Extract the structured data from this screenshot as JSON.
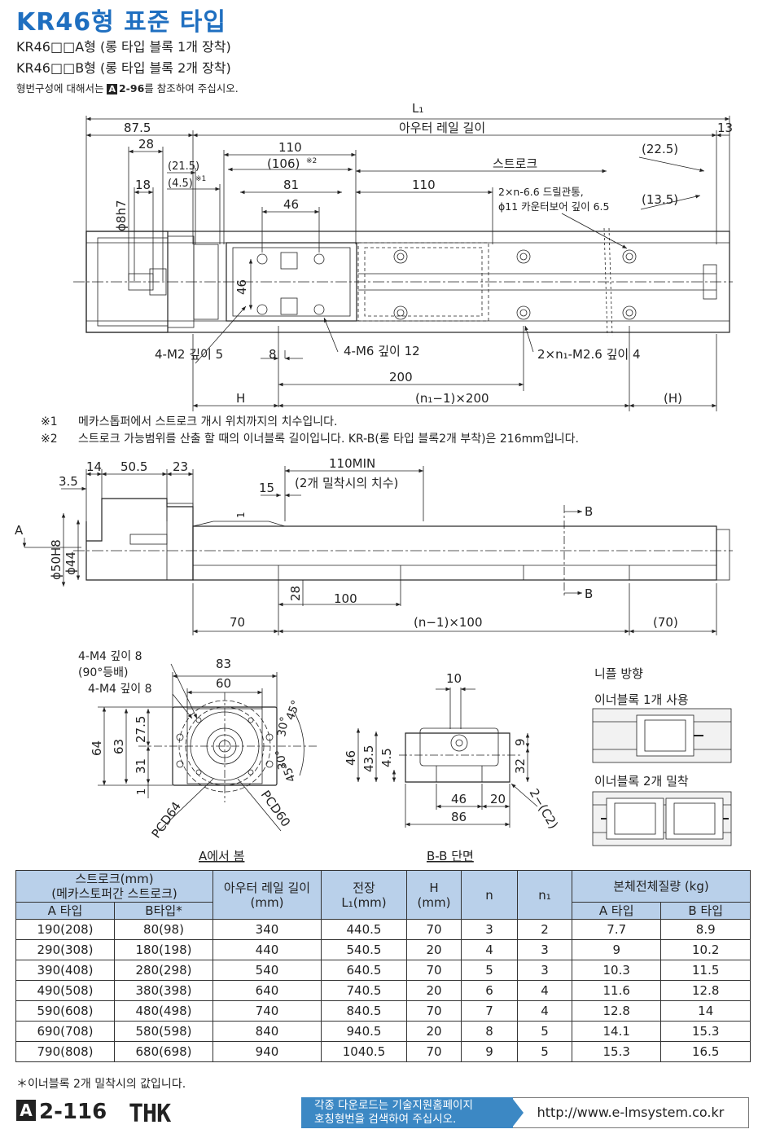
{
  "header": {
    "title": "KR46형 표준 타입",
    "sub1": "KR46□□A형 (롱 타입 블록 1개 장착)",
    "sub2": "KR46□□B형 (롱 타입 블록 2개 장착)",
    "note_pre": "형번구성에 대해서는",
    "note_ref_badge": "A",
    "note_ref": "2-96",
    "note_post": "를 참조하여 주십시오."
  },
  "top_view": {
    "L1": "L₁",
    "d87_5": "87.5",
    "outer_rail": "아우터 레일 길이",
    "d13": "13",
    "d28": "28",
    "d110": "110",
    "d106": "(106)",
    "star2": "※2",
    "d21_5": "(21.5)",
    "d4_5": "(4.5)",
    "star1": "※1",
    "stroke": "스트로크",
    "d22_5": "(22.5)",
    "d18": "18",
    "d81": "81",
    "d110b": "110",
    "drill1": "2×n-6.6 드릴관통,",
    "drill2": "ϕ11 카운터보어 깊이 6.5",
    "d13_5": "(13.5)",
    "d46": "46",
    "phi8h7": "ϕ8h7",
    "d46v": "46",
    "m2": "4-M2 깊이 5",
    "d8": "8",
    "m6": "4-M6 깊이 12",
    "m2_6": "2×n₁-M2.6 깊이 4",
    "d200": "200",
    "H": "H",
    "n1x200": "(n₁−1)×200",
    "Hp": "(H)"
  },
  "notes": {
    "n1_mark": "※1",
    "n1": "메카스톱퍼에서 스트로크 개시 위치까지의 치수입니다.",
    "n2_mark": "※2",
    "n2": "스트로크 가능범위를 산출 할 때의 이너블록 길이입니다. KR-B(롱 타입 블록2개 부착)은 216mm입니다."
  },
  "side_view": {
    "d14": "14",
    "d50_5": "50.5",
    "d23": "23",
    "d3_5": "3.5",
    "min110": "110MIN",
    "min110_sub": "(2개 밀착시의 치수)",
    "d15": "15",
    "d1": "1",
    "A": "A",
    "phi50h8": "ϕ50H8",
    "phi44": "ϕ44",
    "B": "B",
    "B2": "B",
    "d28": "28",
    "d100": "100",
    "d70": "70",
    "nx100": "(n−1)×100",
    "d70p": "(70)"
  },
  "end_view": {
    "m4a": "4-M4 깊이 8",
    "m4a_sub": "(90°등배)",
    "m4b": "4-M4 깊이 8",
    "d83": "83",
    "d60": "60",
    "d64": "64",
    "d63": "63",
    "d27_5": "27.5",
    "d31": "31",
    "d1": "1",
    "a45a": "45°",
    "a30a": "30°",
    "a30b": "30°",
    "a45b": "45°",
    "pcd64": "PCD64",
    "pcd60": "PCD60",
    "caption": "A에서 봄"
  },
  "section_view": {
    "d10": "10",
    "d46": "46",
    "d43_5": "43.5",
    "d4_5": "4.5",
    "d9": "9",
    "d32": "32",
    "d46b": "46",
    "d20": "20",
    "d86": "86",
    "c2": "2−(C2)",
    "caption": "B-B 단면"
  },
  "nipple": {
    "title": "니플 방향",
    "one": "이너블록 1개 사용",
    "two": "이너블록 2개 밀착"
  },
  "table": {
    "h_stroke": "스트로크(mm)",
    "h_stroke2": "(메카스토퍼간 스트로크)",
    "h_a": "A 타입",
    "h_b": "B타입*",
    "h_rail": "아우터 레일 길이",
    "h_rail_u": "(mm)",
    "h_len": "전장",
    "h_len_u": "L₁(mm)",
    "h_H": "H",
    "h_H_u": "(mm)",
    "h_n": "n",
    "h_n1": "n₁",
    "h_mass": "본체전체질량 (kg)",
    "h_ma": "A 타입",
    "h_mb": "B 타입",
    "rows": [
      [
        "190(208)",
        "80(98)",
        "340",
        "440.5",
        "70",
        "3",
        "2",
        "7.7",
        "8.9"
      ],
      [
        "290(308)",
        "180(198)",
        "440",
        "540.5",
        "20",
        "4",
        "3",
        "9",
        "10.2"
      ],
      [
        "390(408)",
        "280(298)",
        "540",
        "640.5",
        "70",
        "5",
        "3",
        "10.3",
        "11.5"
      ],
      [
        "490(508)",
        "380(398)",
        "640",
        "740.5",
        "20",
        "6",
        "4",
        "11.6",
        "12.8"
      ],
      [
        "590(608)",
        "480(498)",
        "740",
        "840.5",
        "70",
        "7",
        "4",
        "12.8",
        "14"
      ],
      [
        "690(708)",
        "580(598)",
        "840",
        "940.5",
        "20",
        "8",
        "5",
        "14.1",
        "15.3"
      ],
      [
        "790(808)",
        "680(698)",
        "940",
        "1040.5",
        "70",
        "9",
        "5",
        "15.3",
        "16.5"
      ]
    ]
  },
  "footer": {
    "note": "＊이너블록 2개 밀착시의 값입니다.",
    "page_badge": "A",
    "page": "2-116",
    "brand": "THK",
    "banner1": "각종 다운로드는 기술지원홈페이지",
    "banner2": "호칭형번을 검색하여 주십시오.",
    "url": "http://www.e-lmsystem.co.kr"
  },
  "colors": {
    "title": "#1f6fc0",
    "header_bg": "#b9d0ea",
    "banner": "#3c88c4"
  }
}
